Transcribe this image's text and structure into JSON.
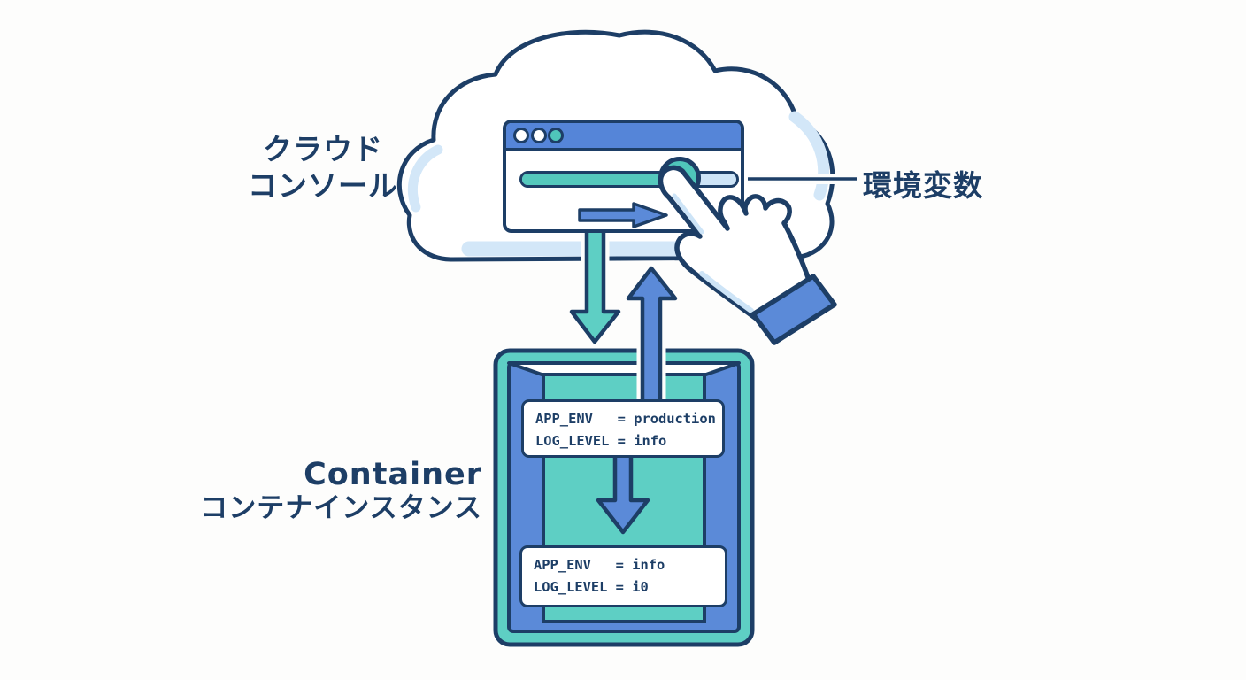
{
  "labels": {
    "cloud_line1": "クラウド",
    "cloud_line2": "コンソール",
    "env_var": "環境変数",
    "container_line1": "Container",
    "container_line2": "コンテナインスタンス"
  },
  "code_boxes": {
    "top": {
      "line1": "APP_ENV   = production",
      "line2": "LOG_LEVEL = info"
    },
    "bottom": {
      "line1": "APP_ENV   = info",
      "line2": "LOG_LEVEL = i0"
    }
  },
  "colors": {
    "outline_navy": "#1d3e66",
    "blue": "#5b8ad8",
    "titlebar_blue": "#5585d8",
    "teal": "#5ecfc4",
    "knob_teal": "#4fc6ba",
    "light_blue": "#cde4f7",
    "background": "#fdfdfc"
  },
  "icons": {
    "window_dots": "window-dot-icons (white, white, teal)",
    "slider": "slider-with-knob",
    "apply_arrow": "right-arrow-icon",
    "cloud_to_container": "down-arrow-teal-icon",
    "container_to_cloud": "up-arrow-blue-icon",
    "inside_container": "down-arrow-blue-icon",
    "hand": "pointing-hand-icon"
  }
}
